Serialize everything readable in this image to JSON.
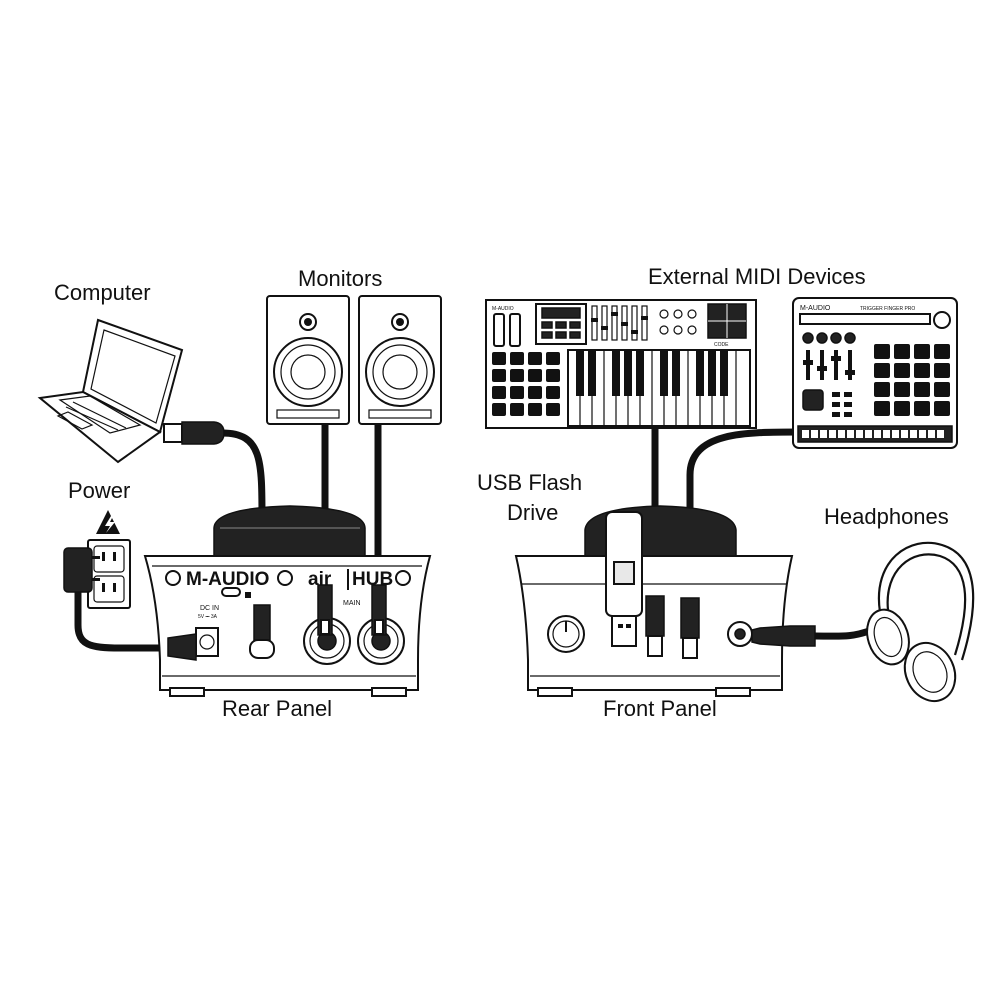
{
  "labels": {
    "computer": "Computer",
    "monitors": "Monitors",
    "external_midi": "External MIDI Devices",
    "power": "Power",
    "usb_flash_1": "USB Flash",
    "usb_flash_2": "Drive",
    "headphones": "Headphones",
    "rear_panel": "Rear Panel",
    "front_panel": "Front Panel"
  },
  "device_text": {
    "rear_brand": "M-AUDIO",
    "product_left": "air",
    "product_right": "HUB",
    "main_label": "MAIN",
    "dc_in": "DC IN",
    "dc_spec": "5V ⎓ 3A",
    "keyboard_brand": "M-AUDIO",
    "keyboard_code": "CODE",
    "pad_brand": "M-AUDIO",
    "pad_model": "TRIGGER FINGER PRO"
  },
  "colors": {
    "ink": "#111111",
    "paper": "#ffffff",
    "shade": "#e8e8e8"
  }
}
